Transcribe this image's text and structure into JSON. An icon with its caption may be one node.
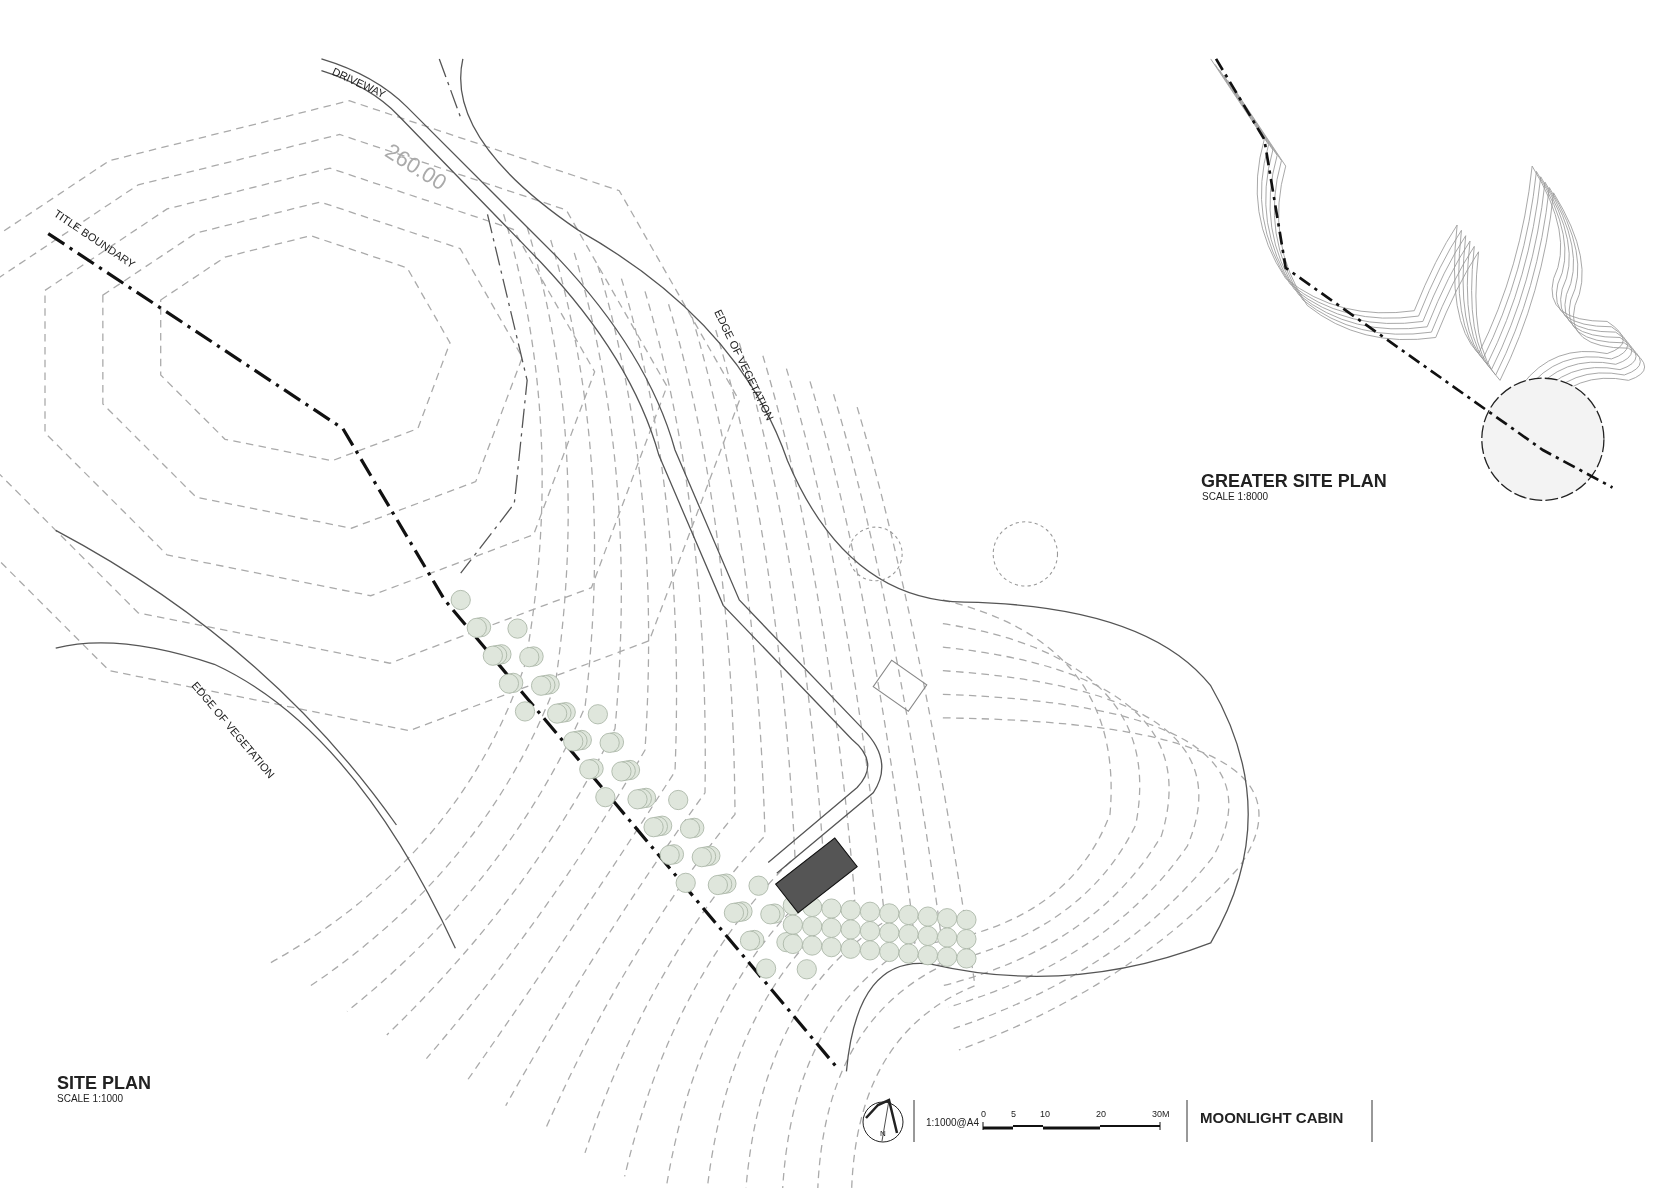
{
  "diagram": {
    "labels": [
      "DRIVEWAY",
      "260.00",
      "TITLE BOUNDARY",
      "EDGE OF VEGETATION",
      "GREATER SITE PLAN",
      "SCALE 1:8000",
      "EDGE OF VEGETATION",
      "SITE PLAN",
      "SCALE 1:1000",
      "N",
      "1:1000@A4",
      "0",
      "5",
      "10",
      "20",
      "30M",
      "MOONLIGHT CABIN"
    ]
  }
}
